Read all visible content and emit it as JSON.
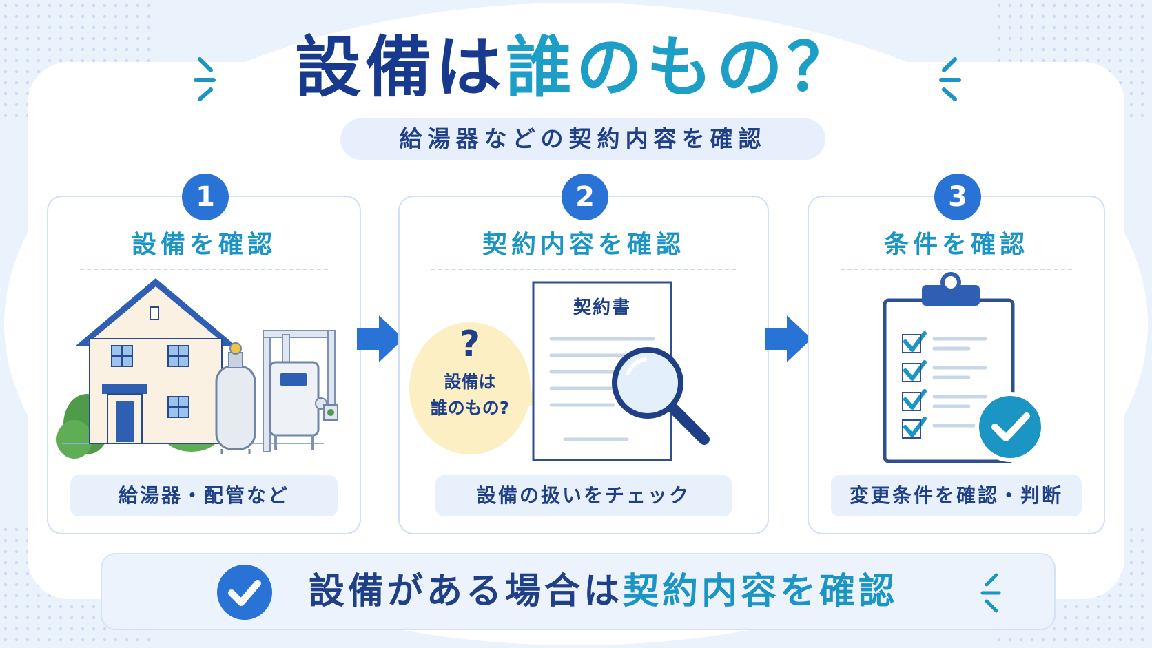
{
  "title": {
    "part1": "設備は",
    "part2": "誰のもの？"
  },
  "subtitle": "給湯器などの契約内容を確認",
  "steps": [
    {
      "number": "1",
      "title": "設備を確認",
      "caption": "給湯器・配管など"
    },
    {
      "number": "2",
      "title": "契約内容を確認",
      "caption": "設備の扱いをチェック",
      "document_label": "契約書",
      "bubble_mark": "?",
      "bubble_line1": "設備は",
      "bubble_line2": "誰のもの?"
    },
    {
      "number": "3",
      "title": "条件を確認",
      "caption": "変更条件を確認・判断"
    }
  ],
  "conclusion": {
    "part1": "設備がある場合は",
    "part2": "契約内容を確認"
  },
  "colors": {
    "navy": "#173a8f",
    "teal": "#1b95c4",
    "blue": "#2a73d6",
    "light": "#e8f0fb"
  }
}
